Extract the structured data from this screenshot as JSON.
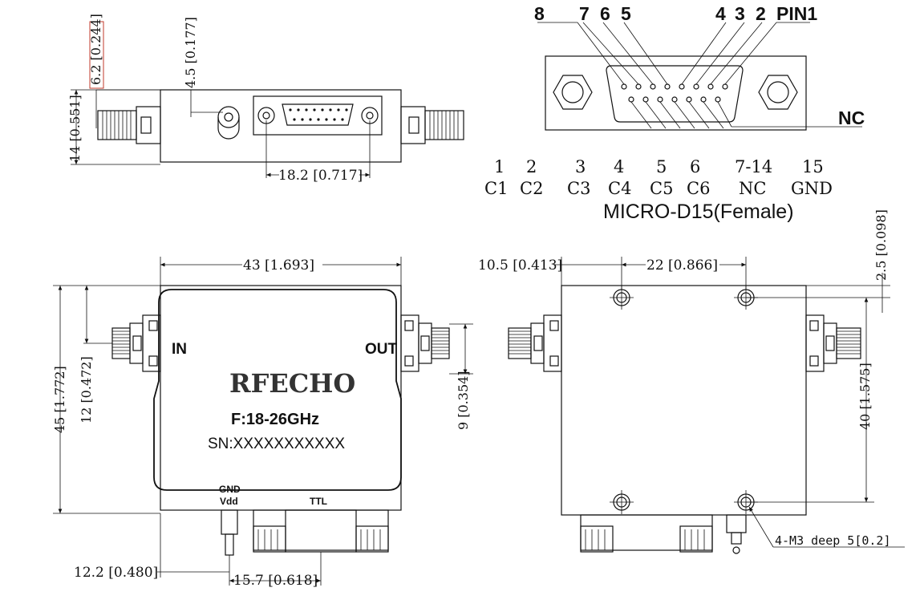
{
  "side_view": {
    "dim_flange": "6.2 [0.244]",
    "dim_pin_offset": "4.5 [0.177]",
    "dim_height": "14 [0.551]",
    "dim_pitch": "18.2 [0.717]"
  },
  "connector": {
    "pins_top": [
      "8",
      "7",
      "6",
      "5",
      "4",
      "3",
      "2",
      "PIN1"
    ],
    "nc_label": "NC",
    "pin_numbers": [
      "1",
      "2",
      "3",
      "4",
      "5",
      "6",
      "7-14",
      "15"
    ],
    "pin_functions": [
      "C1",
      "C2",
      "C3",
      "C4",
      "C5",
      "C6",
      "NC",
      "GND"
    ],
    "title": "MICRO-D15(Female)"
  },
  "front_view": {
    "dim_width": "43 [1.693]",
    "dim_height": "45 [1.772]",
    "dim_in_offset": "12 [0.472]",
    "dim_out_offset": "9 [0.354]",
    "dim_bottom_left": "12.2 [0.480]",
    "dim_bottom_pitch": "15.7 [0.618]",
    "label_in": "IN",
    "label_out": "OUT",
    "brand": "RFECHO",
    "frequency": "F:18-26GHz",
    "serial": "SN:XXXXXXXXXXX",
    "label_gnd": "GND",
    "label_vdd": "Vdd",
    "label_ttl": "TTL"
  },
  "back_view": {
    "dim_hole_left": "10.5 [0.413]",
    "dim_hole_pitch": "22 [0.866]",
    "dim_hole_top": "2.5 [0.098]",
    "dim_hole_vertical": "40 [1.575]",
    "hole_note": "4-M3 deep 5[0.2]"
  }
}
